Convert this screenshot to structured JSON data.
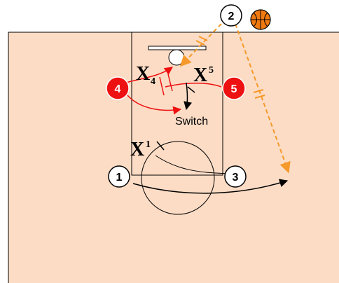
{
  "players": {
    "p1": "1",
    "p2": "2",
    "p3": "3",
    "p4": "4",
    "p5": "5"
  },
  "defenders": {
    "x1": {
      "letter": "X",
      "num": "1"
    },
    "x4": {
      "letter": "X",
      "num": "4"
    },
    "x5": {
      "letter": "X",
      "num": "5"
    }
  },
  "annotation": {
    "switch": "Switch"
  },
  "colors": {
    "court": "#FCDCC5",
    "offense_red": "#EE1111",
    "pass_orange": "#F59A2A",
    "ball": "#F07A12"
  },
  "icons": {
    "ball": "basketball-icon"
  }
}
